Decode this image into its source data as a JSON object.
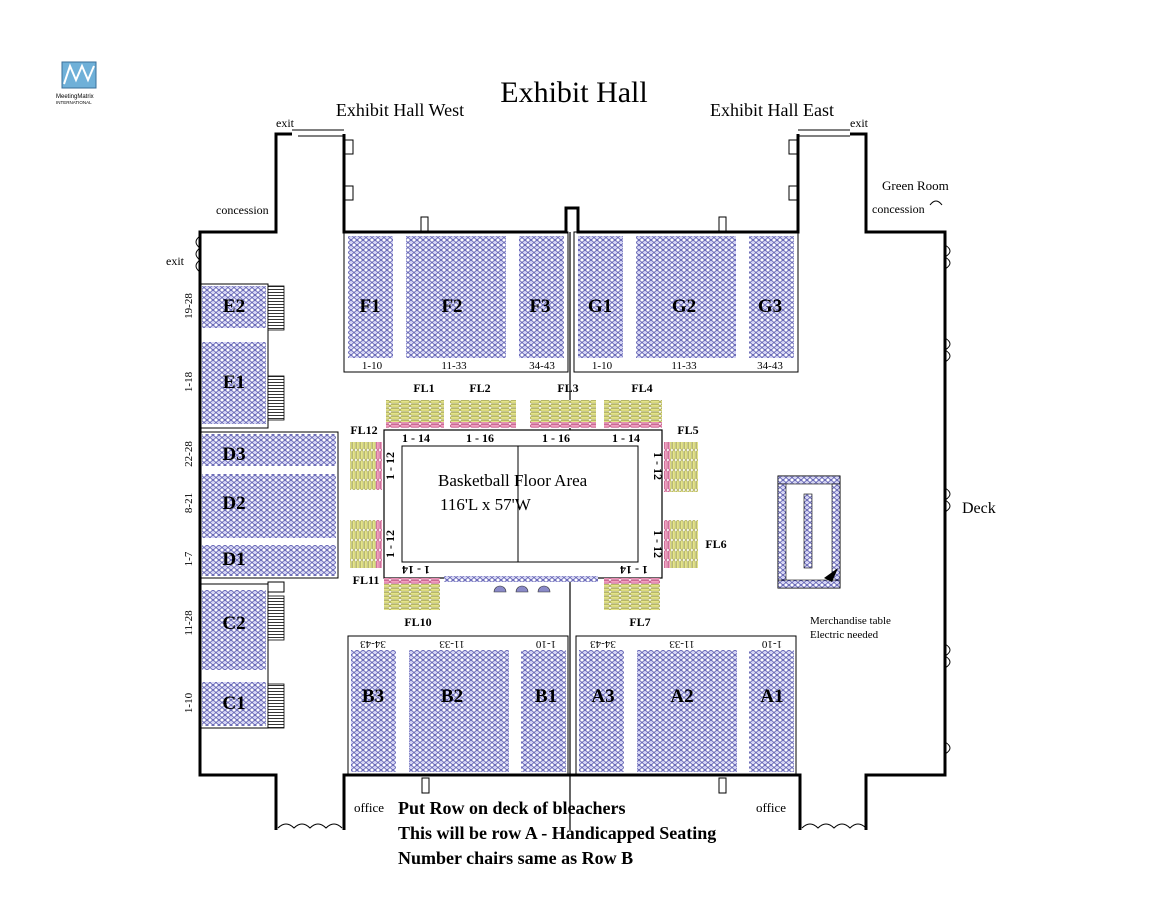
{
  "logo": {
    "name": "MeetingMatrix",
    "sub": "INTERNATIONAL",
    "icon": "meetingmatrix-logo-icon"
  },
  "title": "Exhibit Hall",
  "hall_west": "Exhibit Hall West",
  "hall_east": "Exhibit Hall East",
  "labels": {
    "exit": "exit",
    "concession": "concession",
    "green_room": "Green Room",
    "deck": "Deck",
    "office": "office",
    "floor_area": "Basketball Floor Area",
    "floor_dims": "116'L x 57'W",
    "merch_line1": "Merchandise table",
    "merch_line2": "Electric needed"
  },
  "top_sections": [
    {
      "name": "F1",
      "range": "1-10"
    },
    {
      "name": "F2",
      "range": "11-33"
    },
    {
      "name": "F3",
      "range": "34-43"
    },
    {
      "name": "G1",
      "range": "1-10"
    },
    {
      "name": "G2",
      "range": "11-33"
    },
    {
      "name": "G3",
      "range": "34-43"
    }
  ],
  "bottom_sections": [
    {
      "name": "B3",
      "range": "34-43"
    },
    {
      "name": "B2",
      "range": "11-33"
    },
    {
      "name": "B1",
      "range": "1-10"
    },
    {
      "name": "A3",
      "range": "34-43"
    },
    {
      "name": "A2",
      "range": "11-33"
    },
    {
      "name": "A1",
      "range": "1-10"
    }
  ],
  "left_sections": [
    {
      "name": "E2",
      "range": "19-28"
    },
    {
      "name": "E1",
      "range": "1-18"
    },
    {
      "name": "D3",
      "range": "22-28"
    },
    {
      "name": "D2",
      "range": "8-21"
    },
    {
      "name": "D1",
      "range": "1-7"
    },
    {
      "name": "C2",
      "range": "11-28"
    },
    {
      "name": "C1",
      "range": "1-10"
    }
  ],
  "floor_sections": [
    "FL1",
    "FL2",
    "FL3",
    "FL4",
    "FL5",
    "FL6",
    "FL7",
    "FL10",
    "FL11",
    "FL12"
  ],
  "floor_ranges": {
    "top": [
      "1 - 14",
      "1 - 16",
      "1 - 16",
      "1 - 14"
    ],
    "side": "1 - 12",
    "bottom": [
      "1 - 14",
      "1 - 14"
    ]
  },
  "notes": [
    "Put Row on deck of bleachers",
    "This will be row A - Handicapped Seating",
    "Number chairs same as Row B"
  ],
  "colors": {
    "seat": "#3a3aa0",
    "seat_fill": "#c9c9f0",
    "floor_chair": "#c8c850",
    "handicap_row": "#d04070"
  }
}
